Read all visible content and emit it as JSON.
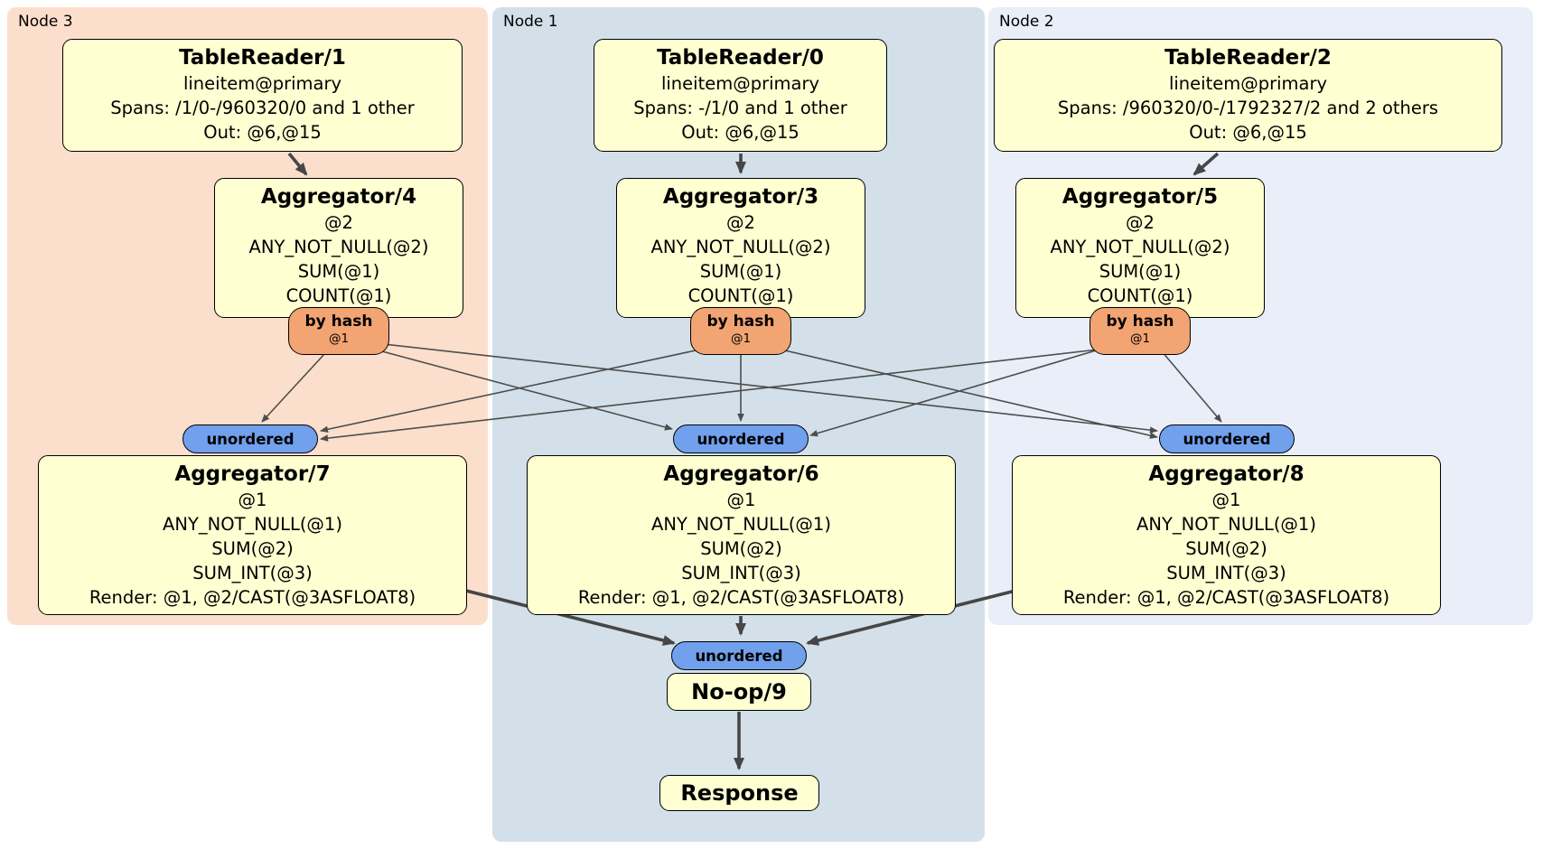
{
  "colors": {
    "node3_bg": "#fcdecd",
    "node1_bg": "#d3e0e9",
    "node2_bg": "#e9eef8",
    "box_fill": "#ffffd2",
    "box_border": "#000000",
    "router_fill": "#f2a473",
    "sync_fill": "#71a0ec",
    "edge_thick": "#464646",
    "edge_thin": "#4d4d4d"
  },
  "groups": {
    "node3": {
      "label": "Node 3"
    },
    "node1": {
      "label": "Node 1"
    },
    "node2": {
      "label": "Node 2"
    }
  },
  "processors": {
    "tr1": {
      "title": "TableReader/1",
      "lines": [
        "lineitem@primary",
        "Spans: /1/0-/960320/0 and 1 other",
        "Out: @6,@15"
      ]
    },
    "tr0": {
      "title": "TableReader/0",
      "lines": [
        "lineitem@primary",
        "Spans: -/1/0 and 1 other",
        "Out: @6,@15"
      ]
    },
    "tr2": {
      "title": "TableReader/2",
      "lines": [
        "lineitem@primary",
        "Spans: /960320/0-/1792327/2 and 2 others",
        "Out: @6,@15"
      ]
    },
    "agg4": {
      "title": "Aggregator/4",
      "lines": [
        "@2",
        "ANY_NOT_NULL(@2)",
        "SUM(@1)",
        "COUNT(@1)"
      ]
    },
    "agg3": {
      "title": "Aggregator/3",
      "lines": [
        "@2",
        "ANY_NOT_NULL(@2)",
        "SUM(@1)",
        "COUNT(@1)"
      ]
    },
    "agg5": {
      "title": "Aggregator/5",
      "lines": [
        "@2",
        "ANY_NOT_NULL(@2)",
        "SUM(@1)",
        "COUNT(@1)"
      ]
    },
    "agg7": {
      "title": "Aggregator/7",
      "lines": [
        "@1",
        "ANY_NOT_NULL(@1)",
        "SUM(@2)",
        "SUM_INT(@3)",
        "Render: @1, @2/CAST(@3ASFLOAT8)"
      ]
    },
    "agg6": {
      "title": "Aggregator/6",
      "lines": [
        "@1",
        "ANY_NOT_NULL(@1)",
        "SUM(@2)",
        "SUM_INT(@3)",
        "Render: @1, @2/CAST(@3ASFLOAT8)"
      ]
    },
    "agg8": {
      "title": "Aggregator/8",
      "lines": [
        "@1",
        "ANY_NOT_NULL(@1)",
        "SUM(@2)",
        "SUM_INT(@3)",
        "Render: @1, @2/CAST(@3ASFLOAT8)"
      ]
    },
    "noop": {
      "title": "No-op/9"
    },
    "response": {
      "title": "Response"
    }
  },
  "router": {
    "label": "by hash",
    "detail": "@1"
  },
  "sync": {
    "label": "unordered"
  }
}
